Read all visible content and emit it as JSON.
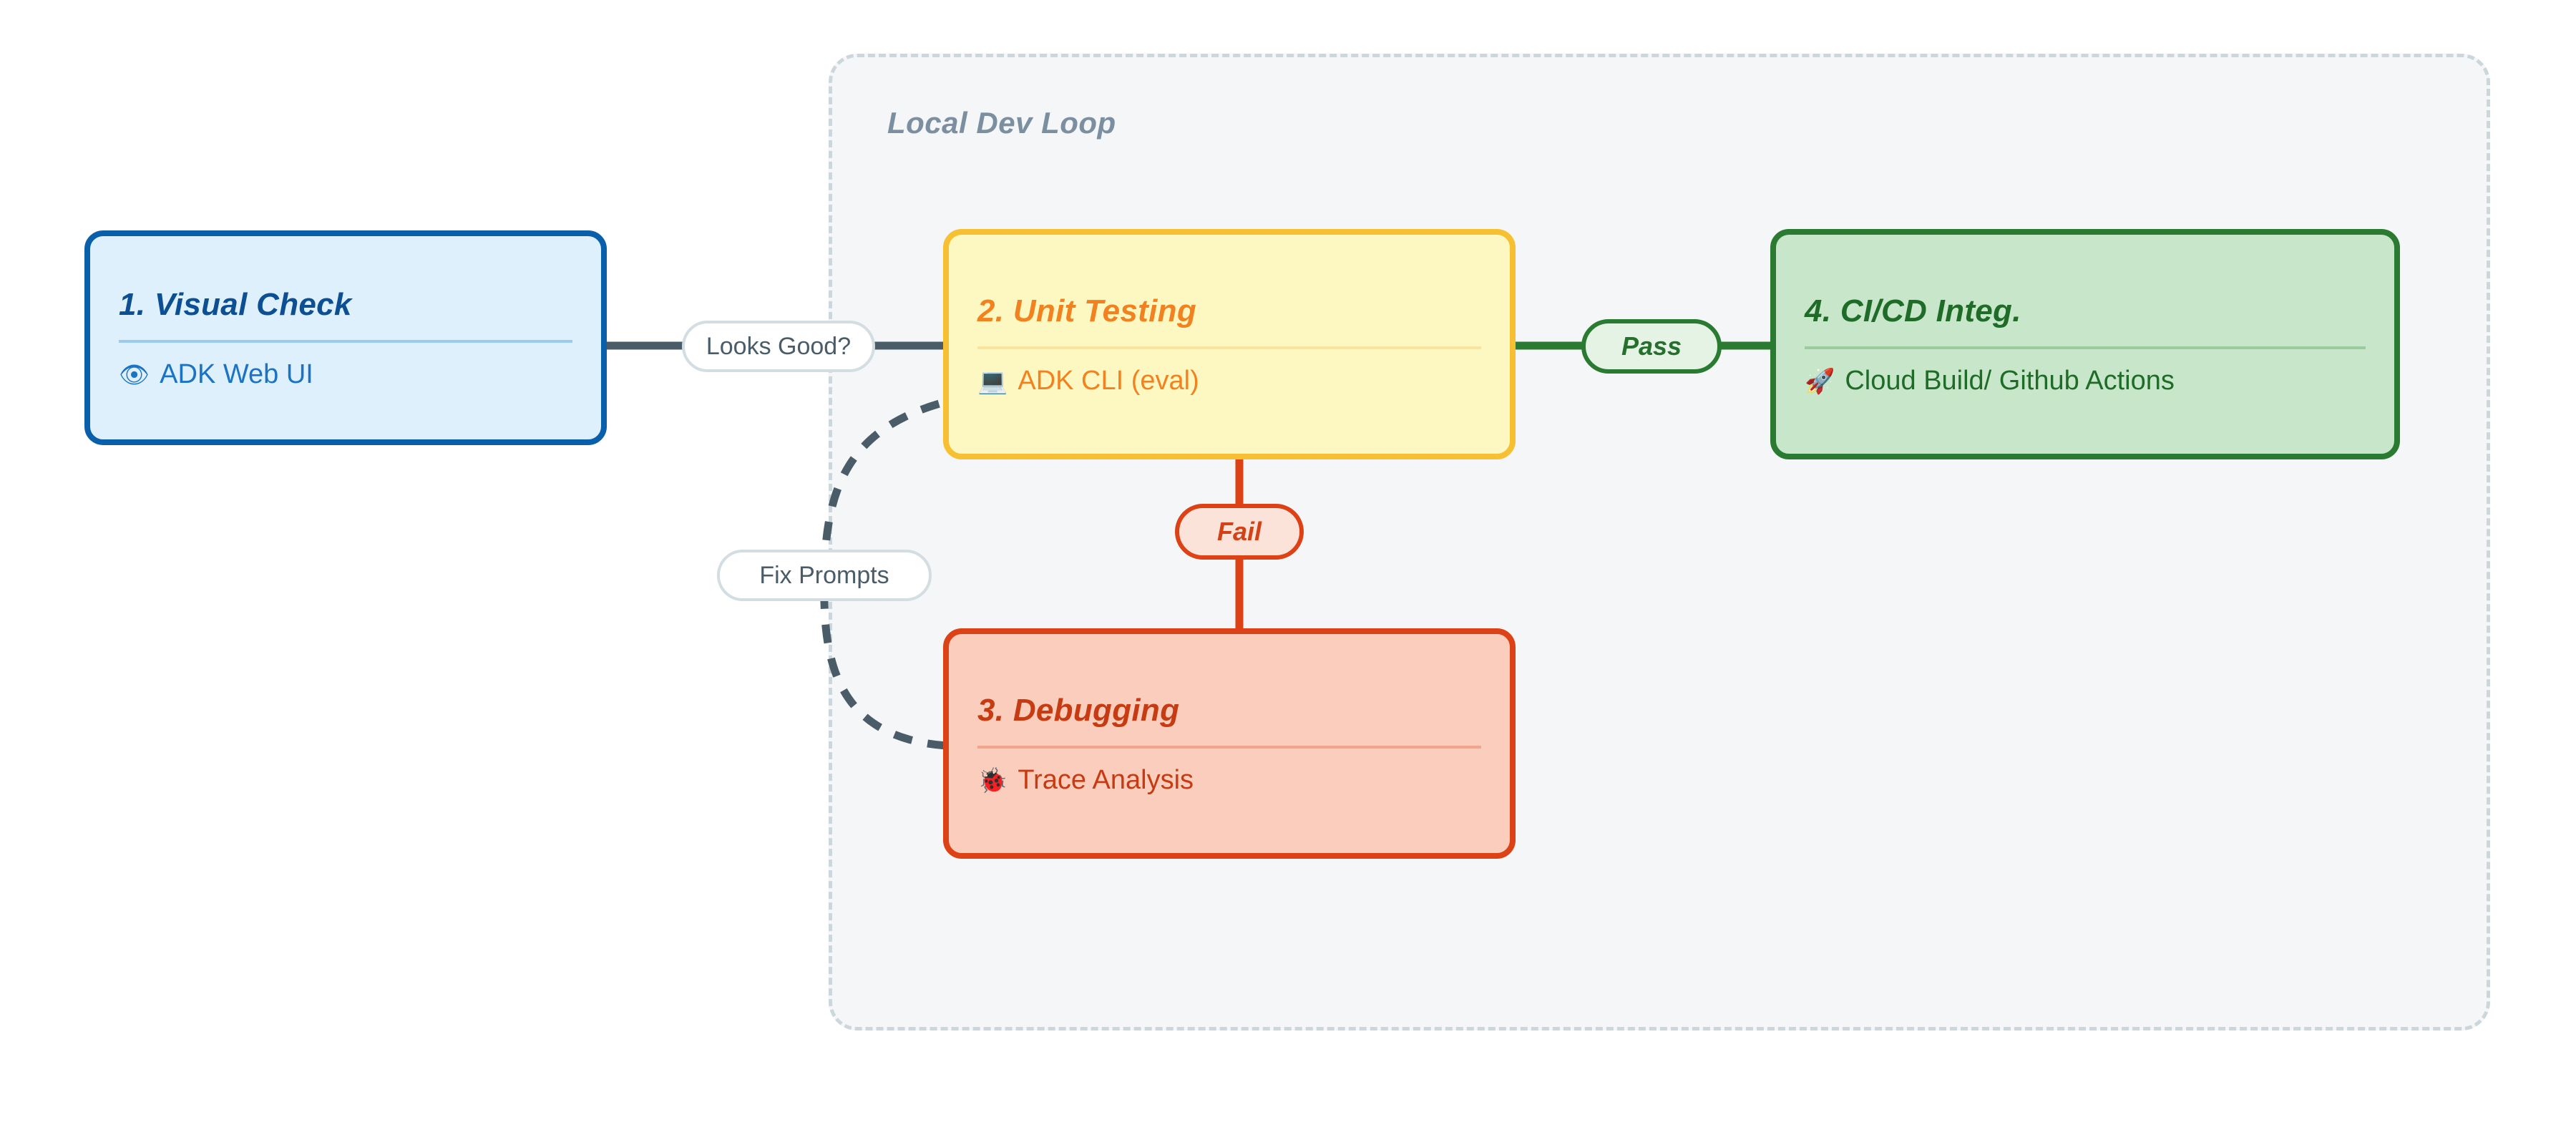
{
  "diagram": {
    "type": "flowchart",
    "background": "#ffffff",
    "subgraph": {
      "title": "Local Dev Loop",
      "fill": "#f4f6f8",
      "border_color": "#ccd6dd",
      "border_style": "dashed"
    },
    "nodes": [
      {
        "id": "visual-check",
        "title": "1. Visual Check",
        "detail": "ADK Web UI",
        "icon": "eye-icon",
        "icon_glyph": "👁",
        "fill": "#def0fb",
        "stroke": "#0a5faa",
        "text_color": "#0d4f93",
        "in_subgraph": false
      },
      {
        "id": "unit-testing",
        "title": "2. Unit Testing",
        "detail": "ADK CLI (eval)",
        "icon": "laptop-icon",
        "icon_glyph": "💻",
        "fill": "#fdf8c2",
        "stroke": "#f7c033",
        "text_color": "#f2821f",
        "in_subgraph": true
      },
      {
        "id": "debugging",
        "title": "3. Debugging",
        "detail": "Trace Analysis",
        "icon": "bug-icon",
        "icon_glyph": "🐞",
        "fill": "#fbcdbd",
        "stroke": "#dc4215",
        "text_color": "#c63b12",
        "in_subgraph": true
      },
      {
        "id": "cicd",
        "title": "4. CI/CD Integ.",
        "detail": "Cloud Build/ Github Actions",
        "icon": "rocket-icon",
        "icon_glyph": "🚀",
        "fill": "#c8e6c9",
        "stroke": "#2a7a31",
        "text_color": "#1f6b28",
        "in_subgraph": true
      }
    ],
    "edges": [
      {
        "id": "looks-good",
        "label": "Looks Good?",
        "from": "visual-check",
        "to": "unit-testing",
        "style": "solid",
        "color": "#4a5c68"
      },
      {
        "id": "pass",
        "label": "Pass",
        "from": "unit-testing",
        "to": "cicd",
        "style": "solid",
        "color": "#2a7a31"
      },
      {
        "id": "fail",
        "label": "Fail",
        "from": "unit-testing",
        "to": "debugging",
        "style": "solid",
        "color": "#dc4215"
      },
      {
        "id": "fix-prompts",
        "label": "Fix Prompts",
        "from": "debugging",
        "to": "unit-testing",
        "style": "dashed",
        "color": "#4a5c68"
      }
    ]
  }
}
